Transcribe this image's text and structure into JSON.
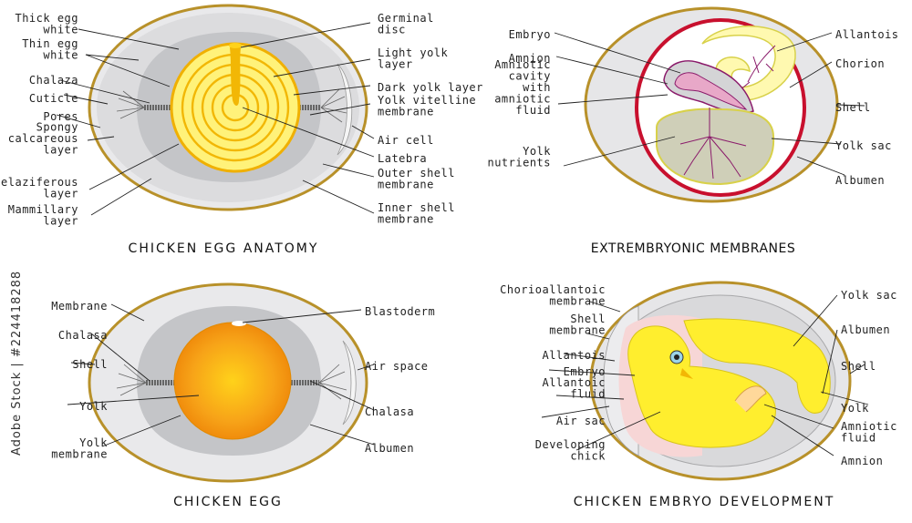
{
  "panels": {
    "anatomy": {
      "title": "CHICKEN  EGG ANATOMY",
      "left_labels": [
        [
          "Thick egg",
          "white"
        ],
        [
          "Thin egg",
          "white"
        ],
        [
          "Chalaza"
        ],
        [
          "Cuticle"
        ],
        [
          "Pores"
        ],
        [
          "Spongy",
          "calcareous",
          "layer"
        ],
        [
          "Chelaziferous",
          "layer"
        ],
        [
          "Mammillary",
          "layer"
        ]
      ],
      "right_labels": [
        [
          "Germinal",
          "disc"
        ],
        [
          "Light yolk",
          "layer"
        ],
        [
          "Dark yolk layer"
        ],
        [
          "Yolk vitelline",
          "membrane"
        ],
        [
          "Air cell"
        ],
        [
          "Latebra"
        ],
        [
          "Outer shell",
          "membrane"
        ],
        [
          "Inner shell",
          "membrane"
        ]
      ]
    },
    "membranes": {
      "title": "EXTREMBRYONIC  MEMBRANES",
      "left_labels": [
        [
          "Embryo"
        ],
        [
          "Amnion"
        ],
        [
          "Amniotic",
          "cavity",
          "with",
          "amniotic",
          "fluid"
        ],
        [
          "Yolk",
          "nutrients"
        ]
      ],
      "right_labels": [
        [
          "Allantois"
        ],
        [
          "Chorion"
        ],
        [
          "Shell"
        ],
        [
          "Yolk sac"
        ],
        [
          "Albumen"
        ]
      ]
    },
    "egg": {
      "title": "CHICKEN  EGG",
      "left_labels": [
        [
          "Membrane"
        ],
        [
          "Chalasa"
        ],
        [
          "Shell"
        ],
        [
          "Yolk"
        ],
        [
          "Yolk",
          "membrane"
        ]
      ],
      "right_labels": [
        [
          "Blastoderm"
        ],
        [
          "Air space"
        ],
        [
          "Chalasa"
        ],
        [
          "Albumen"
        ]
      ]
    },
    "development": {
      "title": "CHICKEN  EMBRYO  DEVELOPMENT",
      "left_labels": [
        [
          "Chorioallantoic",
          "membrane"
        ],
        [
          "Shell",
          "membrane"
        ],
        [
          "Allantois"
        ],
        [
          "Embryo"
        ],
        [
          "Allantoic",
          "fluid"
        ],
        [
          "Air sac"
        ],
        [
          "Developing",
          "chick"
        ]
      ],
      "right_labels": [
        [
          "Yolk sac"
        ],
        [
          "Albumen"
        ],
        [
          "Shell"
        ],
        [
          "Yolk"
        ],
        [
          "Amniotic",
          "fluid"
        ],
        [
          "Amnion"
        ]
      ]
    }
  },
  "watermark": {
    "vertical_text": "Adobe Stock | #224418288"
  },
  "colors": {
    "shell": "#b8912a",
    "albumen": "#e8e8ea",
    "thick_white": "#c9cacc",
    "yolk_light": "#fff27a",
    "yolk_dark": "#f2b705",
    "yolk_orange": "#f7a318",
    "chorion_red": "#c8102e",
    "embryo_yellow": "#ffee2e",
    "amnion_pink": "#f7d6d6",
    "vessel_purple": "#8a1a6a"
  }
}
